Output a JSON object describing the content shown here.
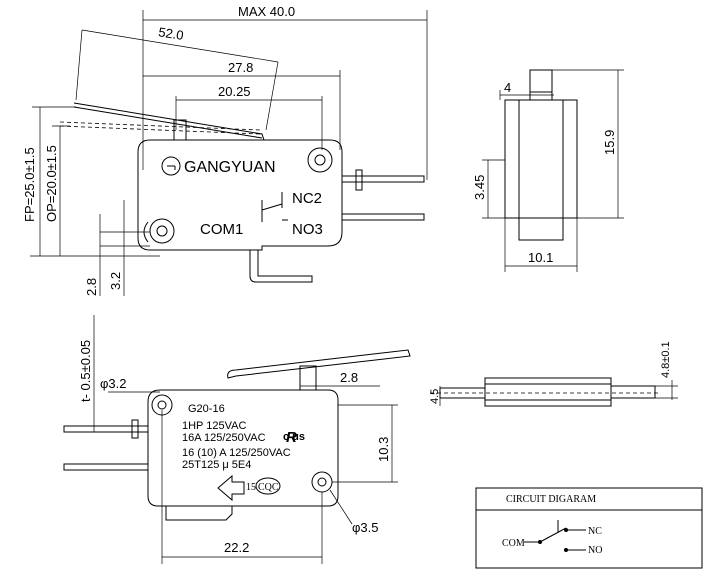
{
  "top_view": {
    "brand": "GANGYUAN",
    "terminals": {
      "nc": "NC2",
      "no": "NO3",
      "com": "COM1"
    },
    "dims": {
      "max": "MAX  40.0",
      "lever": "52.0",
      "w278": "27.8",
      "w2025": "20.25",
      "fp": "FP=25.0±1.5",
      "op": "OP=20.0±1.5",
      "d28": "2.8",
      "d32": "3.2"
    }
  },
  "side_view": {
    "dims": {
      "d4": "4",
      "d345": "3.45",
      "d159": "15.9",
      "d101": "10.1"
    }
  },
  "bottom_view": {
    "model": "G20-16",
    "ratings": [
      "1HP 125VAC",
      "16A 125/250VAC",
      "16 (10) A 125/250VAC",
      "25T125 μ 5E4"
    ],
    "marks": {
      "ul": "c  us",
      "ul_mid": "R",
      "ul_num": "15",
      "cqc": "CQC"
    },
    "dims": {
      "tol": "t- 0.5±0.05",
      "hole1": "φ3.2",
      "d28": "2.8",
      "d103": "10.3",
      "hole2": "φ3.5",
      "d222": "22.2"
    }
  },
  "end_view": {
    "dims": {
      "d45": "4.5",
      "d48": "4.8±0.1"
    }
  },
  "circuit": {
    "title": "CIRCUIT  DIGARAM",
    "com": "COM",
    "nc": "NC",
    "no": "NO"
  }
}
